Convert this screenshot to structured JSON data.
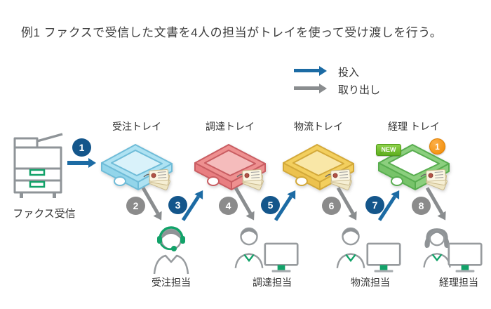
{
  "title": "例1 ファクスで受信した文書を4人の担当がトレイを使って受け渡しを行う。",
  "legend": {
    "insert_label": "投入",
    "takeout_label": "取り出し"
  },
  "fax": {
    "label": "ファクス受信"
  },
  "trays": [
    {
      "label": "受注トレイ",
      "body": "#aee2f2",
      "edge": "#6fbcd8",
      "inner": "#d9f2fa",
      "front": "#93d5ea"
    },
    {
      "label": "調達トレイ",
      "body": "#ee9090",
      "edge": "#c95d62",
      "inner": "#f5bcbc",
      "front": "#e87e81"
    },
    {
      "label": "物流トレイ",
      "body": "#f3cf5e",
      "edge": "#d3a93a",
      "inner": "#f9e7a7",
      "front": "#ecc24f"
    },
    {
      "label": "経理 トレイ",
      "body": "#8ccf7e",
      "edge": "#58ad4f",
      "inner": "#ffffff",
      "front": "#77c369",
      "new_badge": "NEW",
      "count_badge": "1"
    }
  ],
  "steps": [
    {
      "num": "1",
      "type": "insert"
    },
    {
      "num": "2",
      "type": "takeout"
    },
    {
      "num": "3",
      "type": "insert"
    },
    {
      "num": "4",
      "type": "takeout"
    },
    {
      "num": "5",
      "type": "insert"
    },
    {
      "num": "6",
      "type": "takeout"
    },
    {
      "num": "7",
      "type": "insert"
    },
    {
      "num": "8",
      "type": "takeout"
    }
  ],
  "people": [
    {
      "label": "受注担当"
    },
    {
      "label": "調達担当"
    },
    {
      "label": "物流担当"
    },
    {
      "label": "経理担当"
    }
  ],
  "colors": {
    "insert_arrow": "#1c6ba4",
    "insert_circle": "#14568b",
    "takeout_gray": "#8a8d8f",
    "accent_green": "#12a269",
    "new_badge_green": "#5fae1f",
    "count_badge_orange": "#f28a00",
    "outline_gray": "#979b9e"
  }
}
